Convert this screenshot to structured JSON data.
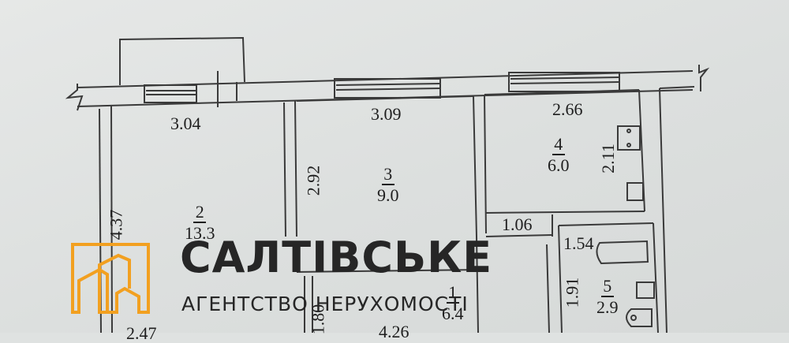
{
  "floor_plan": {
    "rooms": [
      {
        "number": "1",
        "area": "6.4"
      },
      {
        "number": "2",
        "area": "13.3"
      },
      {
        "number": "3",
        "area": "9.0"
      },
      {
        "number": "4",
        "area": "6.0"
      },
      {
        "number": "5",
        "area": "2.9"
      }
    ],
    "dimensions": {
      "room2_width": "3.04",
      "room2_length": "4.37",
      "room3_width": "3.09",
      "room3_length": "2.92",
      "room4_width": "2.66",
      "room4_length": "2.11",
      "corridor_width": "1.06",
      "bath_width": "1.54",
      "bath_length": "1.91",
      "hall_length": "4.26",
      "hall_width": "1.80",
      "bottom_left": "2.47"
    }
  },
  "watermark": {
    "title": "САЛТІВСЬКЕ",
    "subtitle": "АГЕНТСТВО НЕРУХОМОСТІ",
    "accent_color": "#f2a020",
    "text_color": "#262626"
  }
}
